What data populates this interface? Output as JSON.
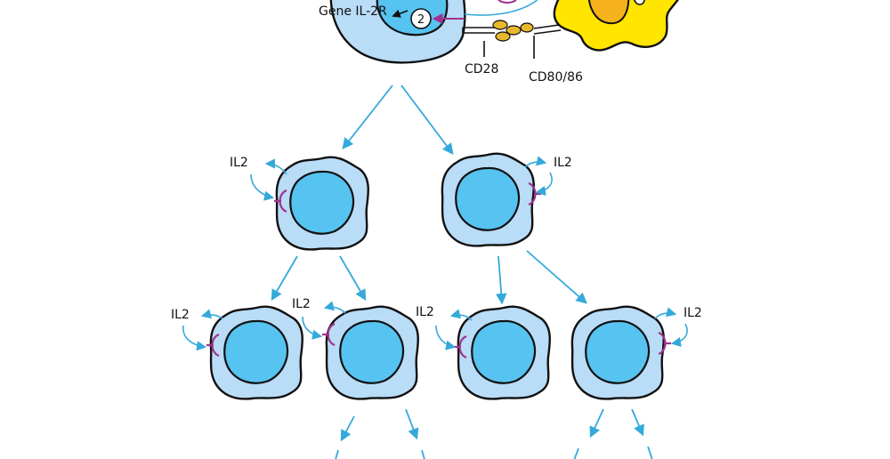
{
  "labels": {
    "gene": "Gène IL-2R",
    "step": "2",
    "cd28": "CD28",
    "cd80": "CD80/86",
    "il2": "IL2"
  },
  "colors": {
    "cell_outer": "#b9dcf7",
    "cell_nucleus": "#56c3f0",
    "arrow": "#35a9da",
    "receptor": "#a0328c",
    "signal": "#a0328c",
    "apc": "#ffe500",
    "apc_core": "#f5b21b",
    "costim": "#e8b82c",
    "outline": "#111111"
  }
}
